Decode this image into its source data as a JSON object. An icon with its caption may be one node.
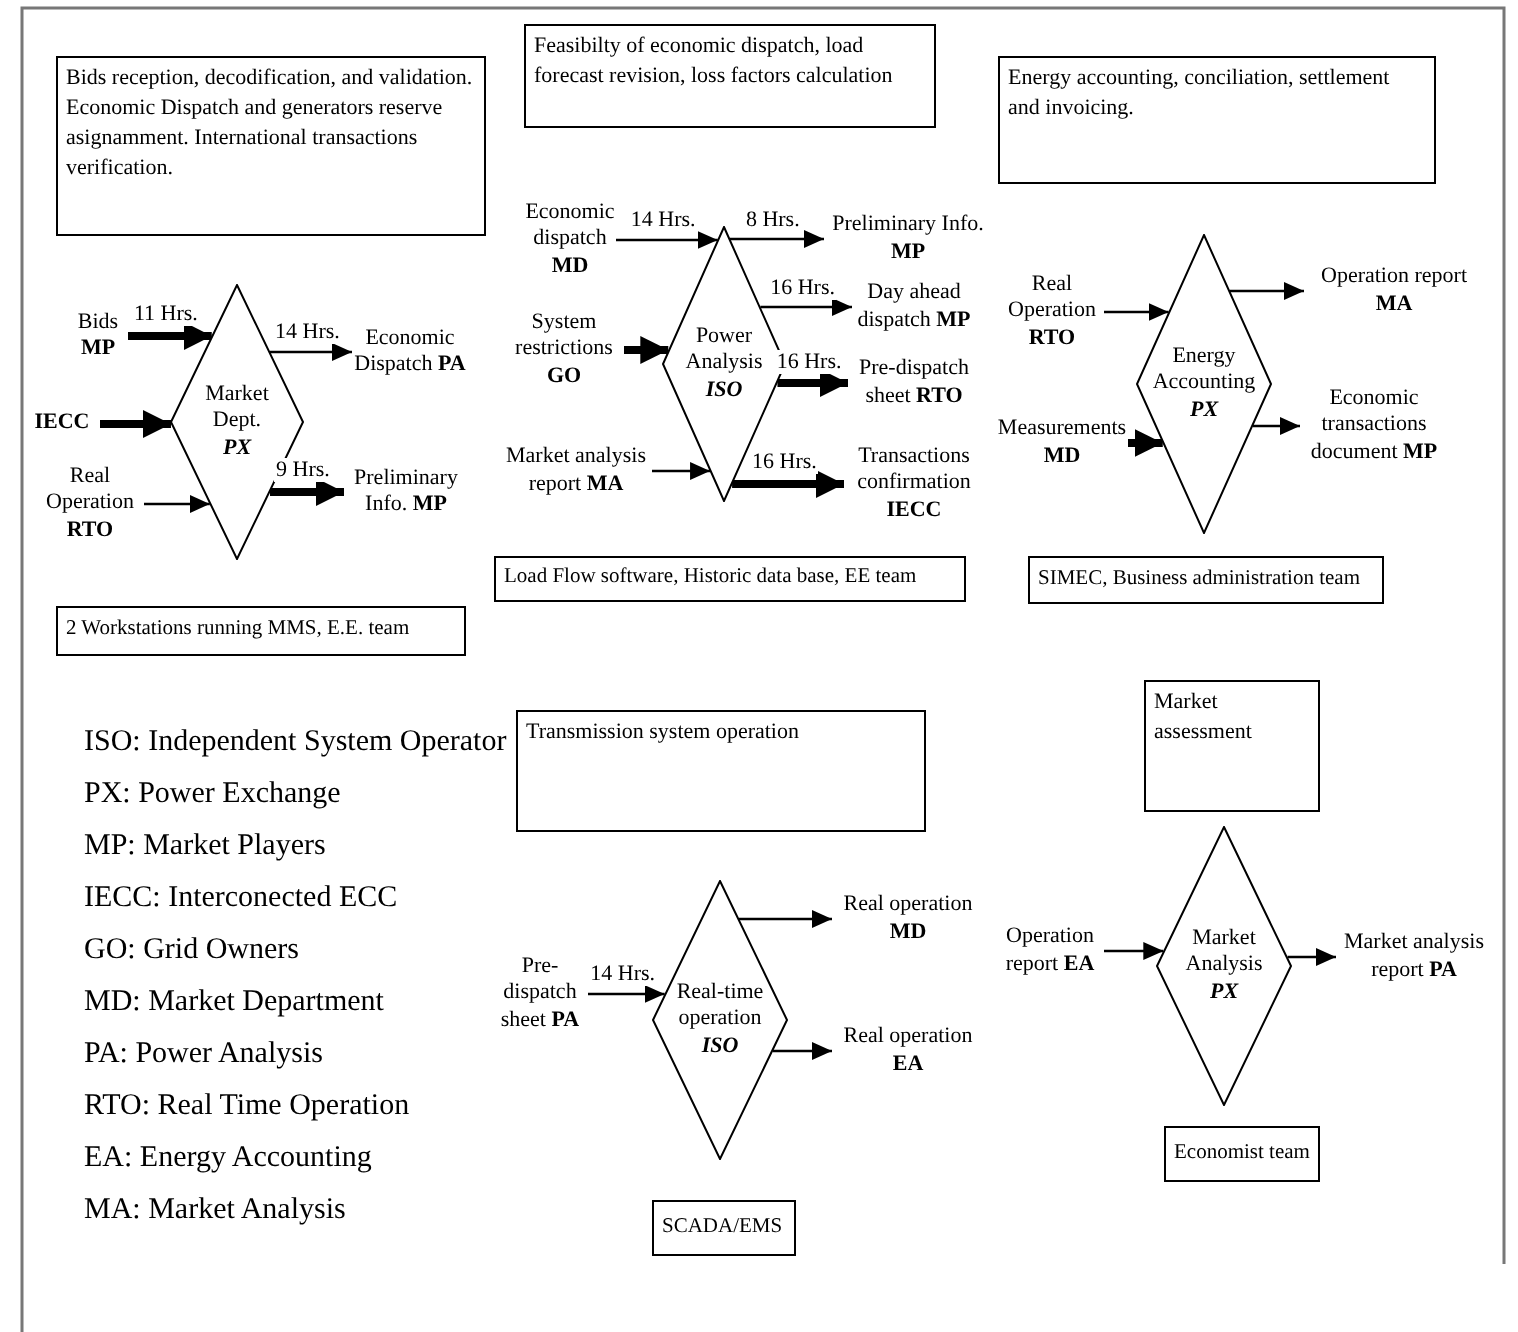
{
  "diagram": {
    "nodes": [
      {
        "text": [
          "Bids reception, decodification, and validation. Economic Dispatch and generators reserve asignamment. International transactions verification."
        ]
      },
      {
        "text": [
          "Bids **MP**"
        ]
      },
      {
        "text": [
          "IECC"
        ]
      },
      {
        "text": [
          "Real Operation **RTO**"
        ]
      },
      {
        "text": [
          "Market Dept.",
          "PX"
        ]
      },
      {
        "text": [
          "Economic Dispatch **PA**"
        ]
      },
      {
        "text": [
          "Preliminary Info. **MP**"
        ]
      },
      {
        "text": [
          "2 Workstations running MMS, E.E. team"
        ]
      },
      {
        "text": [
          "Feasibilty of economic dispatch, load forecast revision, loss factors calculation"
        ]
      },
      {
        "text": [
          "Economic dispatch **MD**"
        ]
      },
      {
        "text": [
          "System restrictions **GO**"
        ]
      },
      {
        "text": [
          "Market analysis report **MA**"
        ]
      },
      {
        "text": [
          "Power Analysis",
          "ISO"
        ]
      },
      {
        "text": [
          "Preliminary Info. **MP**"
        ]
      },
      {
        "text": [
          "Day ahead dispatch **MP**"
        ]
      },
      {
        "text": [
          "Pre-dispatch sheet **RTO**"
        ]
      },
      {
        "text": [
          "Transactions confirmation **IECC**"
        ]
      },
      {
        "text": [
          "Load Flow software, Historic data base, EE team"
        ]
      },
      {
        "text": [
          "Energy accounting, conciliation, settlement and invoicing."
        ]
      },
      {
        "text": [
          "Real Operation **RTO**"
        ]
      },
      {
        "text": [
          "Measurements **MD**"
        ]
      },
      {
        "text": [
          "Energy Accounting",
          "PX"
        ]
      },
      {
        "text": [
          "Operation report **MA**"
        ]
      },
      {
        "text": [
          "Economic transactions document **MP**"
        ]
      },
      {
        "text": [
          "SIMEC, Business administration team"
        ]
      },
      {
        "text": [
          "Transmission system operation"
        ]
      },
      {
        "text": [
          "Pre-dispatch sheet **PA**"
        ]
      },
      {
        "text": [
          "Real-time operation",
          "ISO"
        ]
      },
      {
        "text": [
          "Real operation **MD**"
        ]
      },
      {
        "text": [
          "Real operation **EA**"
        ]
      },
      {
        "text": [
          "SCADA/EMS"
        ]
      },
      {
        "text": [
          "Market assessment"
        ]
      },
      {
        "text": [
          "Operation report **EA**"
        ]
      },
      {
        "text": [
          "Market Analysis",
          "PX"
        ]
      },
      {
        "text": [
          "Market analysis report **PA**"
        ]
      },
      {
        "text": [
          "Economist team"
        ]
      }
    ],
    "edges": [
      {
        "from": 1,
        "to": 4,
        "arrow": "to",
        "label": "11 Hrs.",
        "style": "thick"
      },
      {
        "from": 2,
        "to": 4,
        "arrow": "to",
        "style": "thick"
      },
      {
        "from": 3,
        "to": 4,
        "arrow": "to"
      },
      {
        "from": 4,
        "to": 5,
        "arrow": "to",
        "label": "14 Hrs."
      },
      {
        "from": 4,
        "to": 6,
        "arrow": "to",
        "label": "9 Hrs.",
        "style": "thick"
      },
      {
        "from": 9,
        "to": 12,
        "arrow": "to",
        "label": "14 Hrs."
      },
      {
        "from": 10,
        "to": 12,
        "arrow": "to",
        "style": "thick"
      },
      {
        "from": 11,
        "to": 12,
        "arrow": "to"
      },
      {
        "from": 12,
        "to": 13,
        "arrow": "to",
        "label": "8 Hrs."
      },
      {
        "from": 12,
        "to": 14,
        "arrow": "to",
        "label": "16 Hrs."
      },
      {
        "from": 12,
        "to": 15,
        "arrow": "to",
        "label": "16 Hrs.",
        "style": "thick"
      },
      {
        "from": 12,
        "to": 16,
        "arrow": "to",
        "label": "16 Hrs.",
        "style": "thick"
      },
      {
        "from": 19,
        "to": 21,
        "arrow": "to"
      },
      {
        "from": 20,
        "to": 21,
        "arrow": "to",
        "style": "thick"
      },
      {
        "from": 21,
        "to": 22,
        "arrow": "to"
      },
      {
        "from": 21,
        "to": 23,
        "arrow": "to"
      },
      {
        "from": 26,
        "to": 27,
        "arrow": "to",
        "label": "14 Hrs."
      },
      {
        "from": 27,
        "to": 28,
        "arrow": "to"
      },
      {
        "from": 27,
        "to": 29,
        "arrow": "to"
      },
      {
        "from": 32,
        "to": 33,
        "arrow": "to"
      },
      {
        "from": 33,
        "to": 34,
        "arrow": "to"
      }
    ],
    "labels": [
      "ISO: Independent System Operator",
      "PX: Power Exchange",
      "MP: Market Players",
      "IECC: Interconected ECC",
      "GO: Grid Owners",
      "MD: Market Department",
      "PA: Power Analysis",
      "RTO: Real Time Operation",
      "EA: Energy Accounting",
      "MA: Market Analysis"
    ]
  }
}
